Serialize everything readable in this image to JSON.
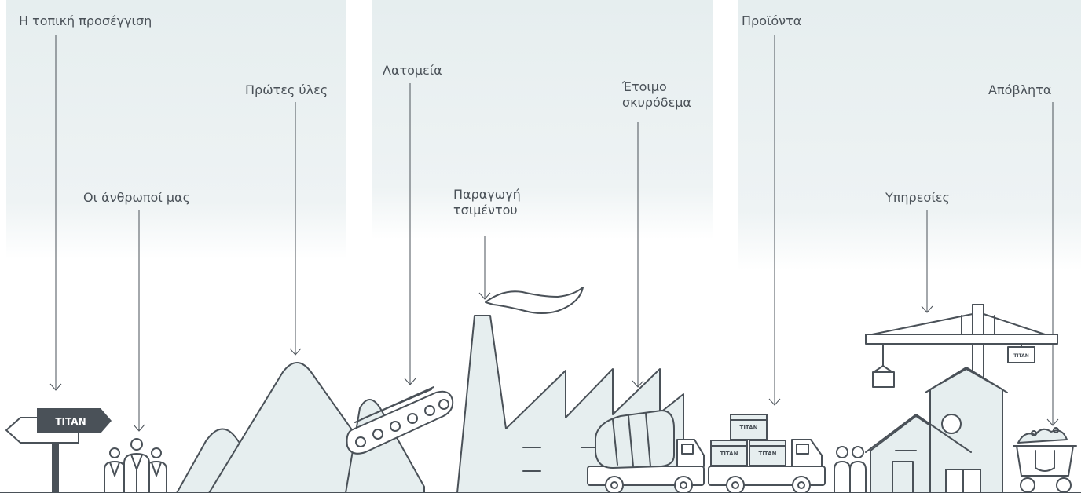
{
  "labels": {
    "local_approach": "Η τοπική προσέγγιση",
    "our_people": "Οι άνθρωποί μας",
    "raw_materials": "Πρώτες ύλες",
    "quarries": "Λατομεία",
    "cement_production_1": "Παραγωγή",
    "cement_production_2": "τσιμέντου",
    "ready_mix_1": "Έτοιμο",
    "ready_mix_2": "σκυρόδεμα",
    "products": "Προϊόντα",
    "services": "Υπηρεσίες",
    "waste": "Απόβλητα"
  },
  "brand": {
    "logo_text": "TITAN",
    "box_text": "TITAN"
  },
  "colors": {
    "ink": "#4a5158",
    "panel": "#e6eeef",
    "sign": "#4a5158"
  }
}
